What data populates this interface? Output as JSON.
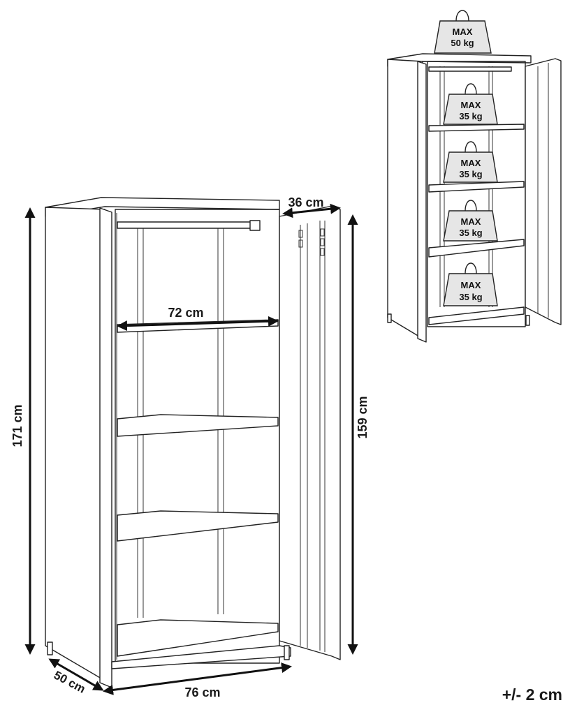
{
  "dimensions": {
    "total_height": "171 cm",
    "door_height": "159 cm",
    "shelf_width": "72 cm",
    "door_width": "36 cm",
    "depth": "50 cm",
    "width": "76 cm",
    "tolerance": "+/- 2 cm"
  },
  "load_limits": {
    "top": {
      "max": "MAX",
      "value": "50 kg"
    },
    "shelf_1": {
      "max": "MAX",
      "value": "35 kg"
    },
    "shelf_2": {
      "max": "MAX",
      "value": "35 kg"
    },
    "shelf_3": {
      "max": "MAX",
      "value": "35 kg"
    },
    "shelf_4": {
      "max": "MAX",
      "value": "35 kg"
    }
  }
}
